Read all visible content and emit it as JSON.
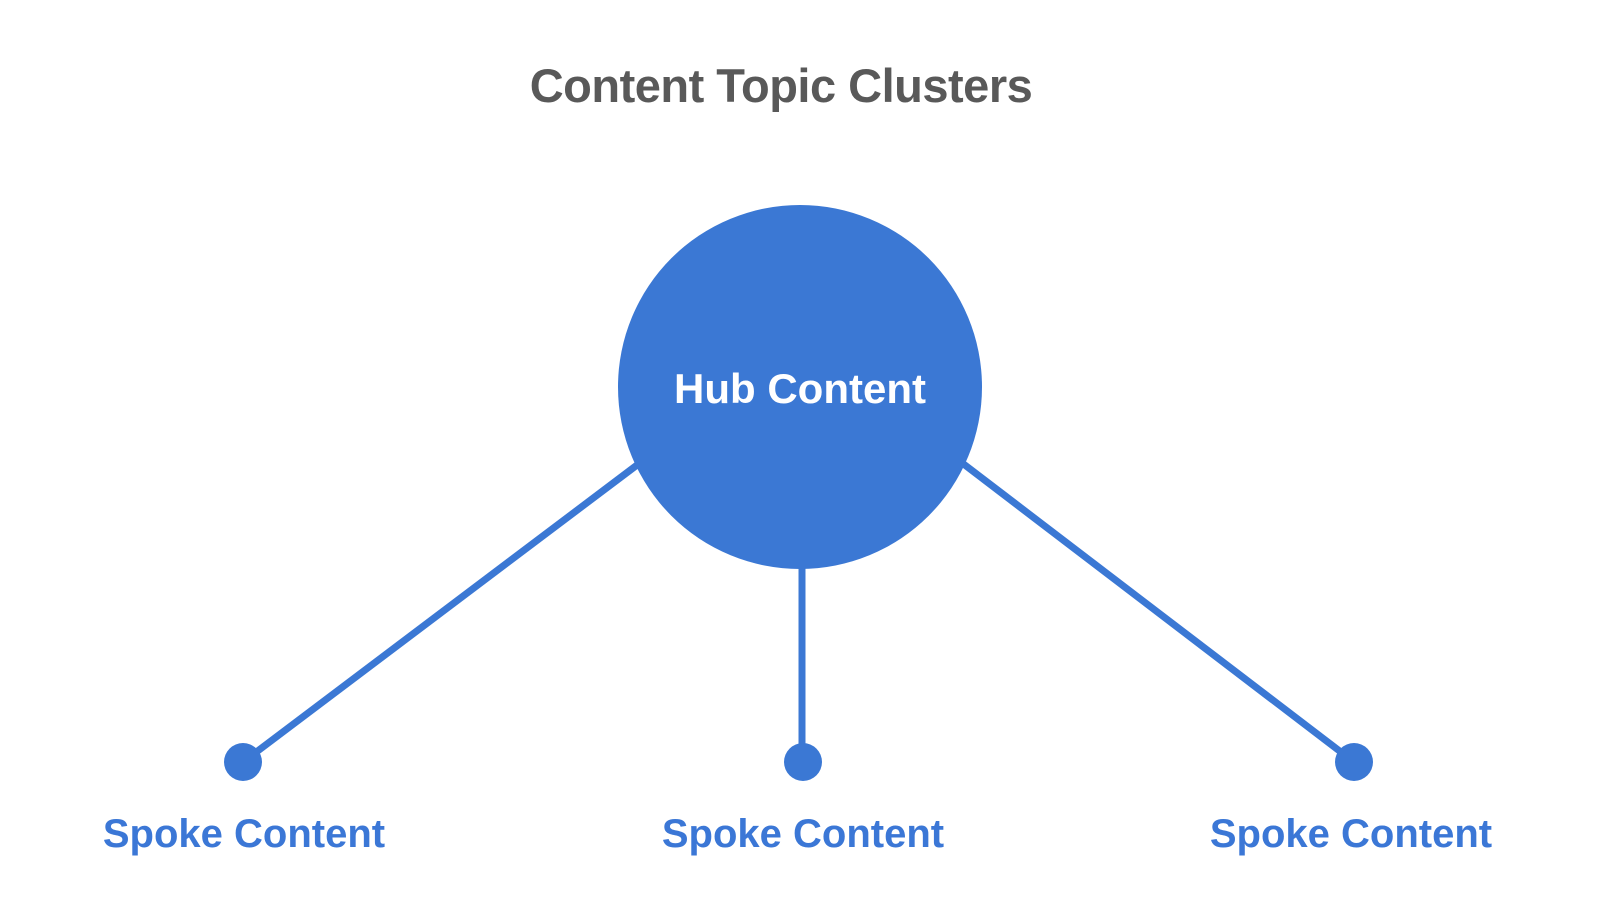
{
  "diagram": {
    "title": "Content Topic Clusters",
    "hub": {
      "label": "Hub Content"
    },
    "spokes": [
      {
        "position": "left",
        "label": "Spoke Content"
      },
      {
        "position": "middle",
        "label": "Spoke Content"
      },
      {
        "position": "right",
        "label": "Spoke Content"
      }
    ],
    "colors": {
      "accent_blue": "#3b78d4",
      "spoke_text_blue": "#3b77d6",
      "title_gray": "#595959",
      "hub_text": "#ffffff",
      "background": "#ffffff"
    }
  }
}
